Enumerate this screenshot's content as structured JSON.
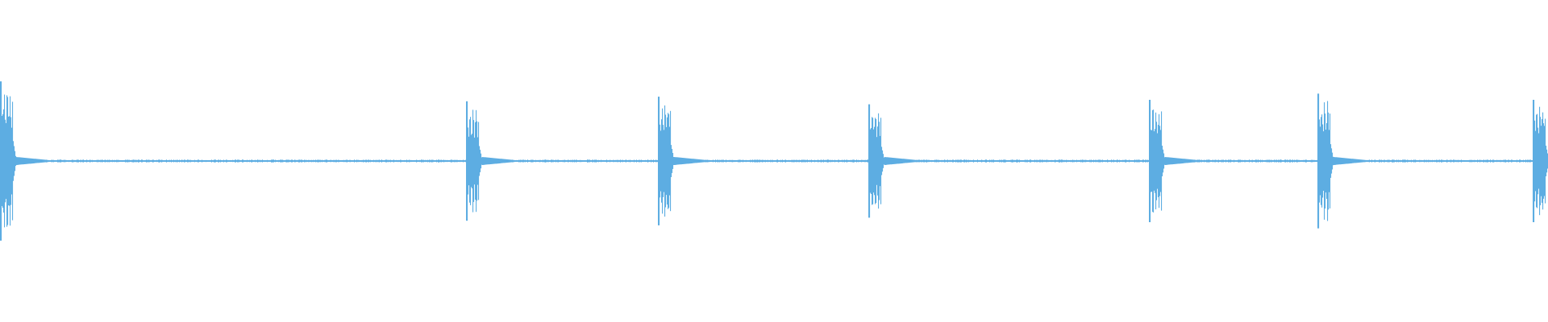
{
  "waveform": {
    "color": "#5dade2",
    "background": "#ffffff",
    "baseline_amplitude": 0.006,
    "bursts": [
      {
        "position": 0.0,
        "amplitude": 0.52
      },
      {
        "position": 0.301,
        "amplitude": 0.39
      },
      {
        "position": 0.425,
        "amplitude": 0.42
      },
      {
        "position": 0.561,
        "amplitude": 0.37
      },
      {
        "position": 0.742,
        "amplitude": 0.4
      },
      {
        "position": 0.851,
        "amplitude": 0.44
      },
      {
        "position": 0.99,
        "amplitude": 0.4
      }
    ]
  }
}
